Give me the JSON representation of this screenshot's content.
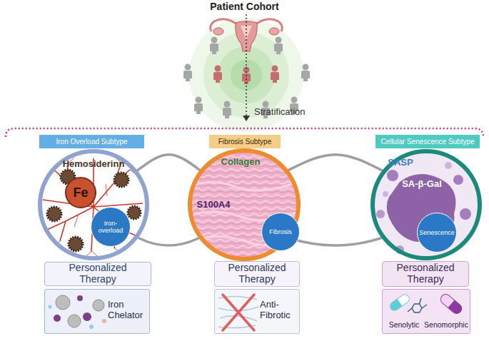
{
  "diagram": {
    "title": "Patient Cohort",
    "nodes": [
      {
        "text": [
          "Iron Overload Subtype"
        ]
      },
      {
        "text": [
          "Hemosiderinn"
        ]
      },
      {
        "text": [
          "Fe"
        ],
        "in": 1
      },
      {
        "text": [
          "Iron-overload"
        ],
        "in": 1
      },
      {
        "text": [
          "Personalized Therapy"
        ]
      },
      {
        "text": [
          "Iron Chelator"
        ]
      },
      {
        "text": [
          "Fibrosis Subtype"
        ]
      },
      {
        "text": [
          "Collagen",
          "S100A4"
        ]
      },
      {
        "text": [
          "Fibrosis"
        ],
        "in": 7
      },
      {
        "text": [
          "Personalized Therapy"
        ]
      },
      {
        "text": [
          "Anti-Fibrotic"
        ]
      },
      {
        "text": [
          "Cellular Senescence Subtype"
        ]
      },
      {
        "text": [
          "SASP",
          "SA-β-Gal"
        ]
      },
      {
        "text": [
          "Senescence"
        ],
        "in": 12
      },
      {
        "text": [
          "Personalized Therapy"
        ]
      },
      {
        "text": [
          "Senolytic",
          "Senomorphic"
        ]
      }
    ],
    "edges": [
      {
        "from": 1,
        "to": 7,
        "arrow": "none"
      },
      {
        "from": 7,
        "to": 12,
        "arrow": "none"
      }
    ],
    "labels": [
      "Stratification"
    ]
  }
}
